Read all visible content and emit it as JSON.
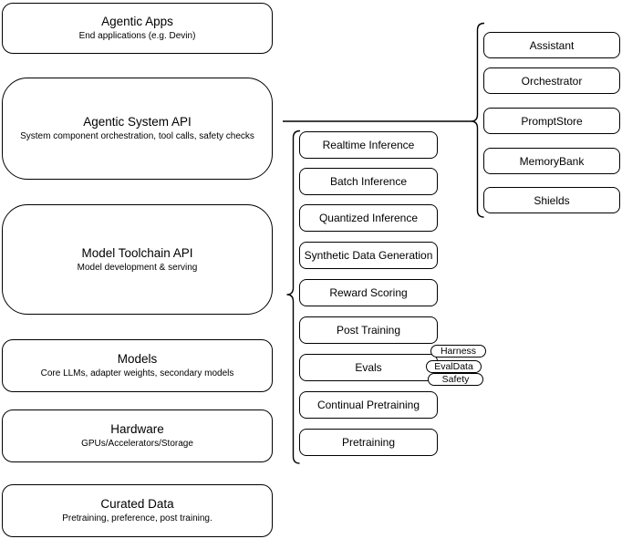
{
  "stack_layers": [
    {
      "title": "Agentic Apps",
      "subtitle": "End applications (e.g. Devin)"
    },
    {
      "title": "Agentic System API",
      "subtitle": "System component orchestration, tool calls, safety checks"
    },
    {
      "title": "Model Toolchain API",
      "subtitle": "Model development & serving"
    },
    {
      "title": "Models",
      "subtitle": "Core LLMs, adapter weights, secondary models"
    },
    {
      "title": "Hardware",
      "subtitle": "GPUs/Accelerators/Storage"
    },
    {
      "title": "Curated Data",
      "subtitle": "Pretraining, preference, post training."
    }
  ],
  "toolchain_items": [
    "Realtime Inference",
    "Batch Inference",
    "Quantized Inference",
    "Synthetic Data Generation",
    "Reward Scoring",
    "Post Training",
    "Evals",
    "Continual Pretraining",
    "Pretraining"
  ],
  "eval_tags": [
    "Harness",
    "EvalData",
    "Safety"
  ],
  "system_items": [
    "Assistant",
    "Orchestrator",
    "PromptStore",
    "MemoryBank",
    "Shields"
  ],
  "colors": {
    "stroke": "#000000",
    "background": "#ffffff",
    "text": "#000000"
  }
}
